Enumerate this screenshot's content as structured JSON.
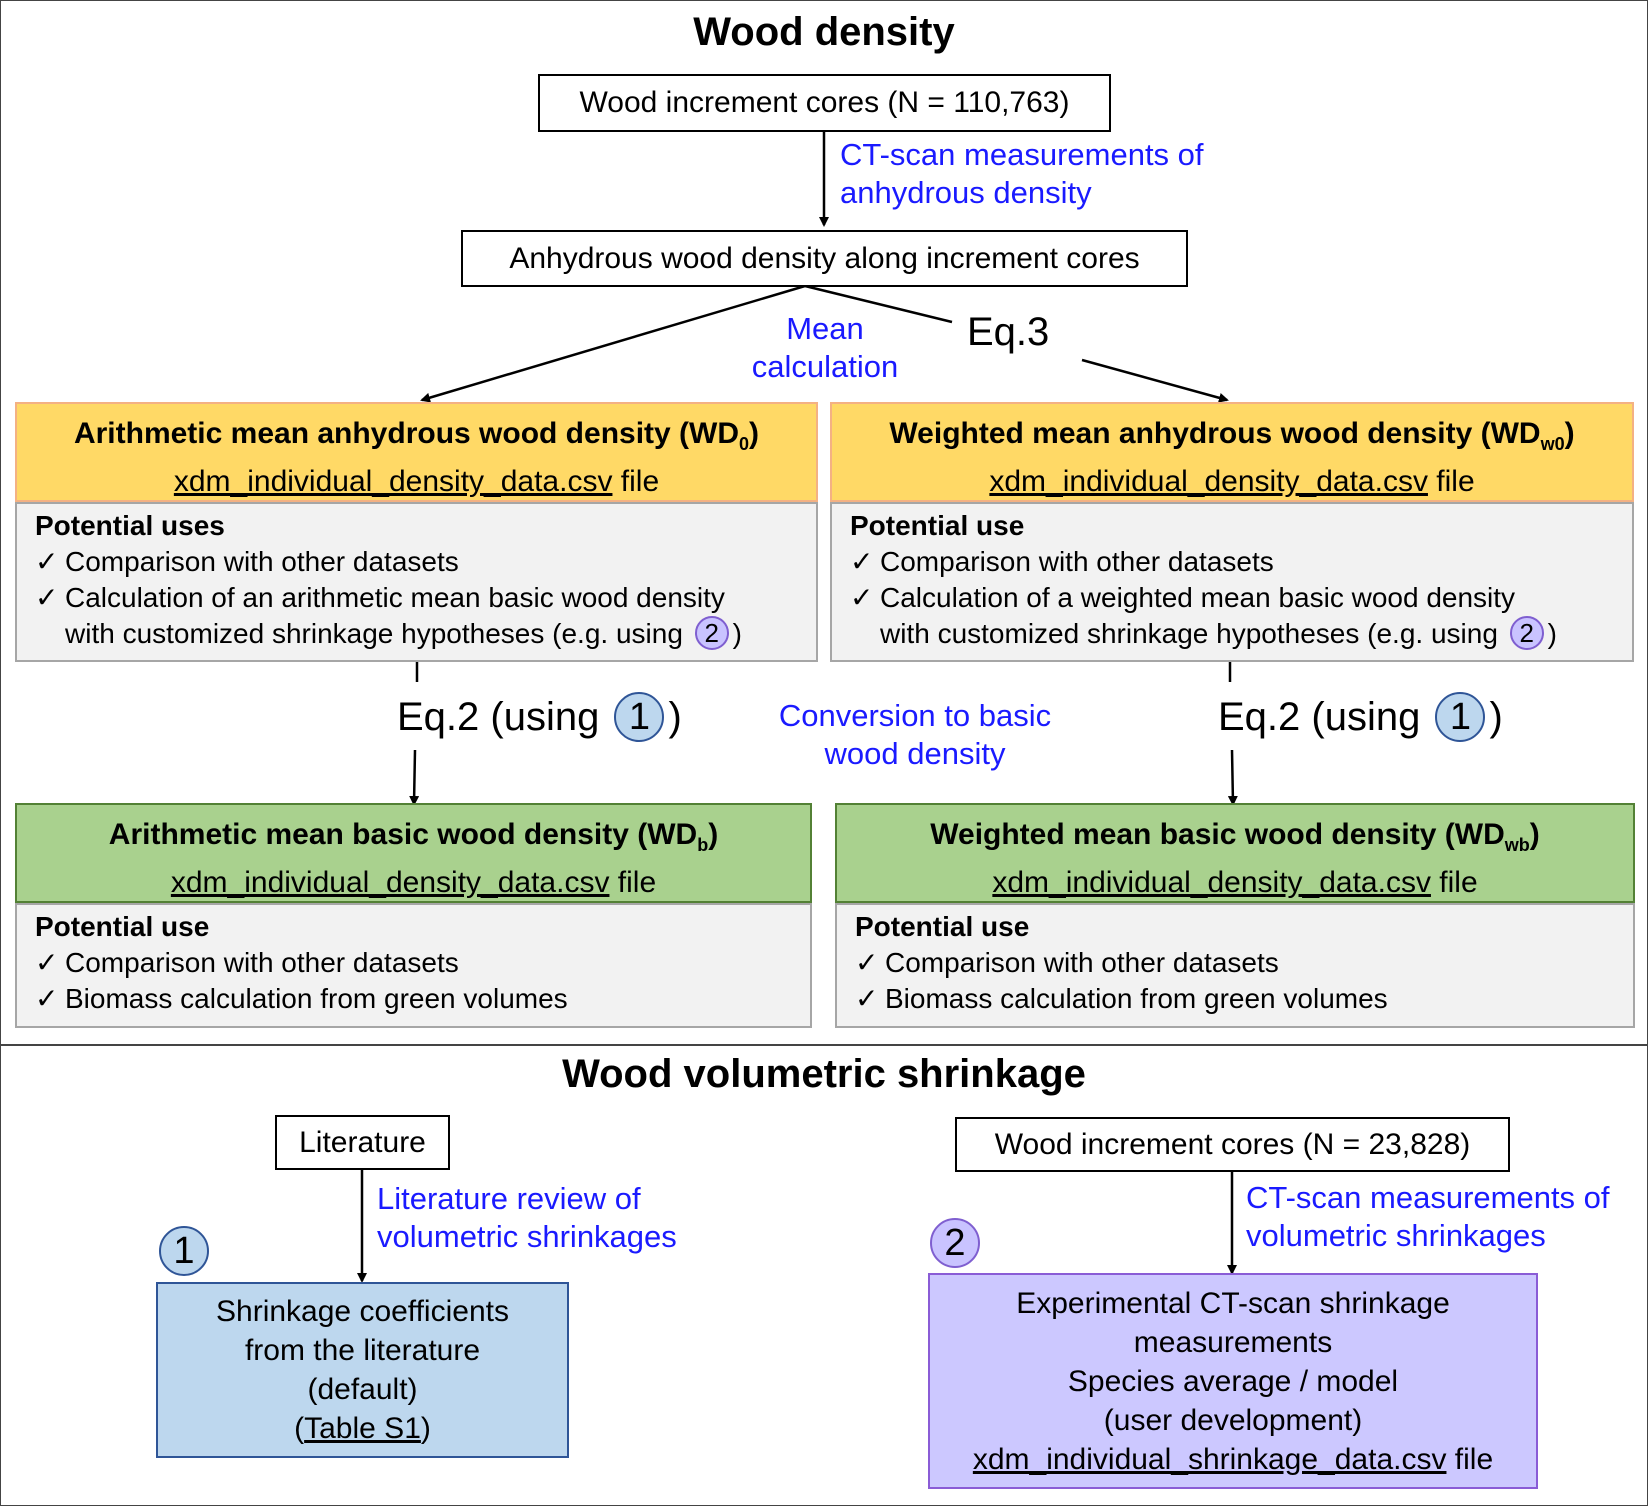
{
  "density": {
    "title": "Wood density",
    "cores_box": "Wood increment cores (N = 110,763)",
    "ct_label_1": "CT-scan measurements of",
    "ct_label_2": "anhydrous density",
    "anhydrous_box": "Anhydrous wood density along increment cores",
    "mean_label_1": "Mean",
    "mean_label_2": "calculation",
    "eq3": "Eq.3",
    "arith_anhydrous": {
      "title_pre": "Arithmetic mean anhydrous wood density (WD",
      "sub": "0",
      "title_post": ")",
      "file": "xdm_individual_density_data.csv",
      "file_suffix": " file",
      "uses_title": "Potential uses",
      "item1": "Comparison with other datasets",
      "item2a": "Calculation of an arithmetic mean basic wood density",
      "item2b": "with customized shrinkage hypotheses (e.g. using ",
      "item2_badge": "2",
      "item2_end": ")"
    },
    "weighted_anhydrous": {
      "title_pre": "Weighted mean anhydrous wood density (WD",
      "sub": "w0",
      "title_post": ")",
      "file": "xdm_individual_density_data.csv",
      "file_suffix": " file",
      "uses_title": "Potential use",
      "item1": "Comparison with other datasets",
      "item2a": "Calculation of a weighted mean basic wood density",
      "item2b": "with customized shrinkage hypotheses (e.g. using ",
      "item2_badge": "2",
      "item2_end": ")"
    },
    "eq2_pre": "Eq.2 (using ",
    "eq2_badge": "1",
    "eq2_post": ")",
    "conversion_1": "Conversion to basic",
    "conversion_2": "wood density",
    "arith_basic": {
      "title_pre": "Arithmetic mean basic wood density (WD",
      "sub": "b",
      "title_post": ")",
      "file": "xdm_individual_density_data.csv",
      "file_suffix": " file",
      "uses_title": "Potential use",
      "item1": "Comparison with other datasets",
      "item2": "Biomass calculation from green volumes"
    },
    "weighted_basic": {
      "title_pre": "Weighted mean basic wood density (WD",
      "sub": "wb",
      "title_post": ")",
      "file": "xdm_individual_density_data.csv",
      "file_suffix": " file",
      "uses_title": "Potential use",
      "item1": "Comparison with other datasets",
      "item2": "Biomass calculation from green volumes"
    },
    "check": "✓"
  },
  "shrinkage": {
    "title": "Wood volumetric shrinkage",
    "literature_box": "Literature",
    "lit_label_1": "Literature review of",
    "lit_label_2": "volumetric shrinkages",
    "badge1": "1",
    "coef_1": "Shrinkage coefficients",
    "coef_2": "from the literature",
    "coef_3": "(default)",
    "coef_4_pre": "(",
    "coef_4_link": "Table S1",
    "coef_4_post": ")",
    "cores_box": "Wood increment cores (N = 23,828)",
    "ct_label_1": "CT-scan measurements of",
    "ct_label_2": "volumetric shrinkages",
    "badge2": "2",
    "exp_1": "Experimental CT-scan shrinkage",
    "exp_2": "measurements",
    "exp_3": "Species average / model",
    "exp_4": "(user development)",
    "exp_5_file": "xdm_individual_shrinkage_data.csv",
    "exp_5_suffix": " file"
  },
  "colors": {
    "blue_text": "#1a1aff",
    "yellow_header": "#ffd966",
    "green_header": "#a9d18e",
    "light_blue_box": "#bdd7ee",
    "light_purple_box": "#ccc8ff",
    "grey_panel": "#f2f2f2"
  }
}
